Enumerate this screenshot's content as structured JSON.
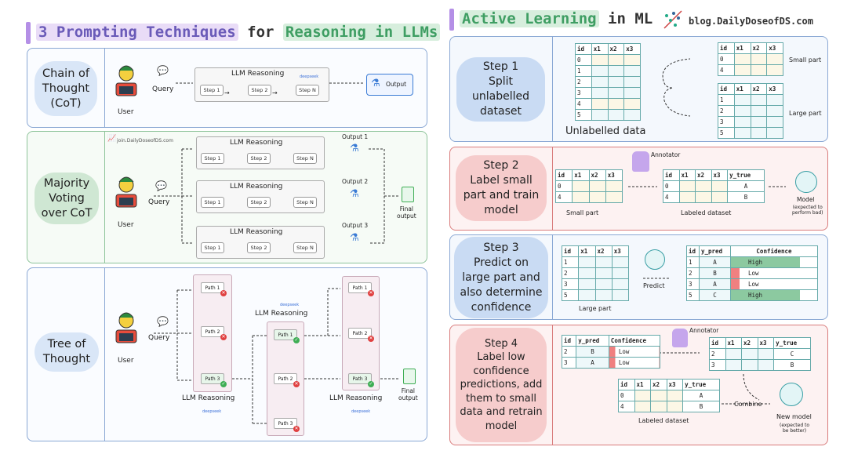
{
  "left": {
    "title": {
      "part1": "3 Prompting Techniques",
      "part2": "for",
      "part3": "Reasoning in LLMs"
    },
    "sections": [
      {
        "pill": "Chain of\nThought\n(CoT)",
        "user": "User",
        "query": "Query",
        "group": "LLM Reasoning",
        "steps": [
          "Step 1",
          "Step 2",
          "Step N"
        ],
        "output": "Output"
      },
      {
        "pill": "Majority\nVoting\nover CoT",
        "user": "User",
        "query": "Query",
        "watermark": "join.DailyDoseofDS.com",
        "group": "LLM Reasoning",
        "steps": [
          "Step 1",
          "Step 2",
          "Step N"
        ],
        "outputs": [
          "Output 1",
          "Output 2",
          "Output 3"
        ],
        "final": "Final\noutput"
      },
      {
        "pill": "Tree of\nThought",
        "user": "User",
        "query": "Query",
        "paths": [
          "Path 1",
          "Path 2",
          "Path 3"
        ],
        "reasoning": "LLM Reasoning",
        "final": "Final\noutput"
      }
    ],
    "brand": "deepseek"
  },
  "right": {
    "title": {
      "part1": "Active Learning",
      "part2": "in ML"
    },
    "blog": "blog.DailyDoseofDS.com",
    "headers": [
      "id",
      "x1",
      "x2",
      "x3"
    ],
    "step1": {
      "pill": "Step 1\nSplit\nunlabelled\ndataset",
      "ids": [
        "0",
        "1",
        "2",
        "3",
        "4",
        "5"
      ],
      "caption": "Unlabelled data",
      "small_ids": [
        "0",
        "4"
      ],
      "small_label": "Small part",
      "large_ids": [
        "1",
        "2",
        "3",
        "5"
      ],
      "large_label": "Large part"
    },
    "step2": {
      "pill": "Step 2\nLabel small\npart and train\nmodel",
      "annotator": "Annotator",
      "ids": [
        "0",
        "4"
      ],
      "caption_small": "Small part",
      "labeled_headers": [
        "id",
        "x1",
        "x2",
        "x3",
        "y_true"
      ],
      "labels": [
        "A",
        "B"
      ],
      "caption_labeled": "Labeled dataset",
      "model": "Model",
      "model_note": "(expected to\nperform bad)"
    },
    "step3": {
      "pill": "Step 3\nPredict on\nlarge part and\nalso determine\nconfidence",
      "ids": [
        "1",
        "2",
        "3",
        "5"
      ],
      "caption": "Large part",
      "predict": "Predict",
      "pred_headers": [
        "id",
        "y_pred",
        "Confidence"
      ],
      "preds": [
        {
          "id": "1",
          "y": "A",
          "conf": "High",
          "level": 0.8
        },
        {
          "id": "2",
          "y": "B",
          "conf": "Low",
          "level": 0.1
        },
        {
          "id": "3",
          "y": "A",
          "conf": "Low",
          "level": 0.1
        },
        {
          "id": "5",
          "y": "C",
          "conf": "High",
          "level": 0.8
        }
      ]
    },
    "step4": {
      "pill": "Step 4\nLabel low\nconfidence\npredictions, add\nthem to small\ndata and retrain\nmodel",
      "annotator": "Annotator",
      "low_headers": [
        "id",
        "y_pred",
        "Confidence"
      ],
      "low": [
        {
          "id": "2",
          "y": "B",
          "conf": "Low"
        },
        {
          "id": "3",
          "y": "A",
          "conf": "Low"
        }
      ],
      "new_headers": [
        "id",
        "x1",
        "x2",
        "x3",
        "y_true"
      ],
      "new": [
        {
          "id": "2",
          "y": "C"
        },
        {
          "id": "3",
          "y": "B"
        }
      ],
      "ds": [
        {
          "id": "0",
          "y": "A"
        },
        {
          "id": "4",
          "y": "B"
        }
      ],
      "caption_ds": "Labeled dataset",
      "combine": "Combine",
      "model": "New model",
      "model_note": "(expected to\nbe better)"
    }
  }
}
